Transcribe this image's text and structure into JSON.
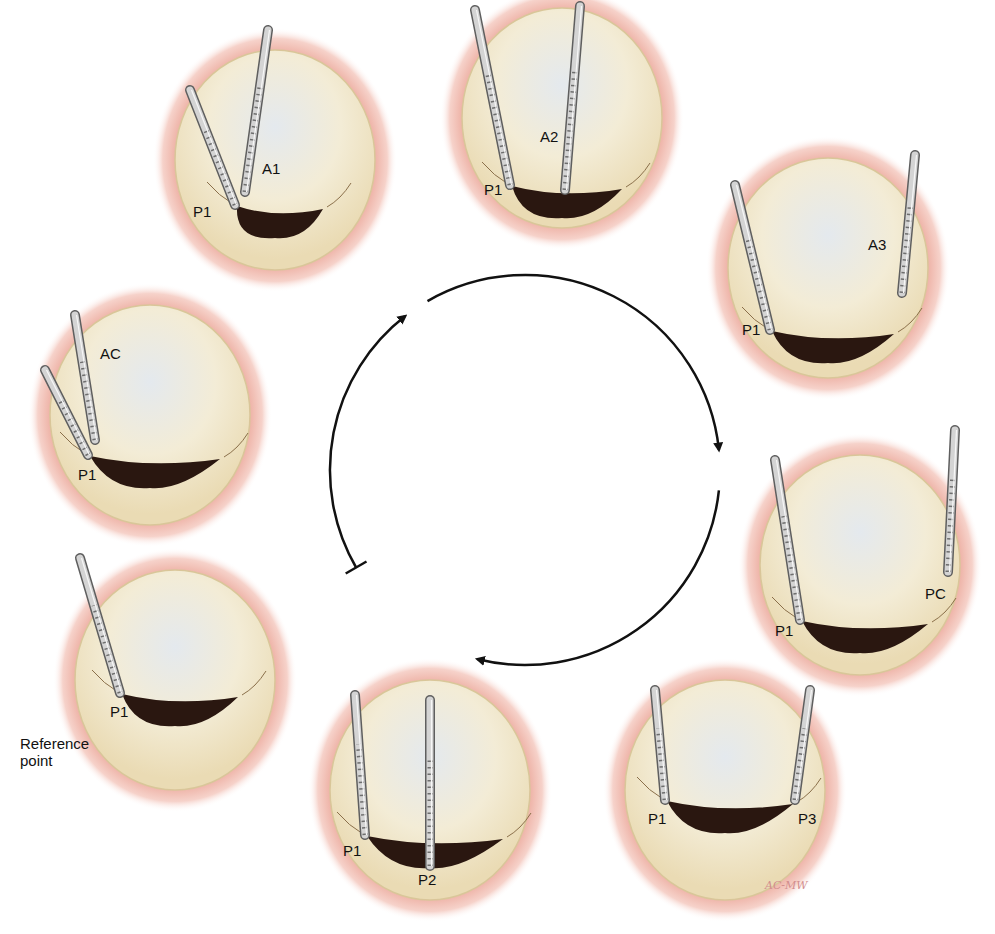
{
  "diagram": {
    "labels": [
      "P1",
      "A1",
      "A2",
      "P1",
      "A3",
      "P1",
      "AC",
      "P1",
      "PC",
      "P1",
      "P1",
      "Reference point",
      "P1",
      "P2",
      "P1",
      "P3",
      "AC-MW"
    ]
  }
}
